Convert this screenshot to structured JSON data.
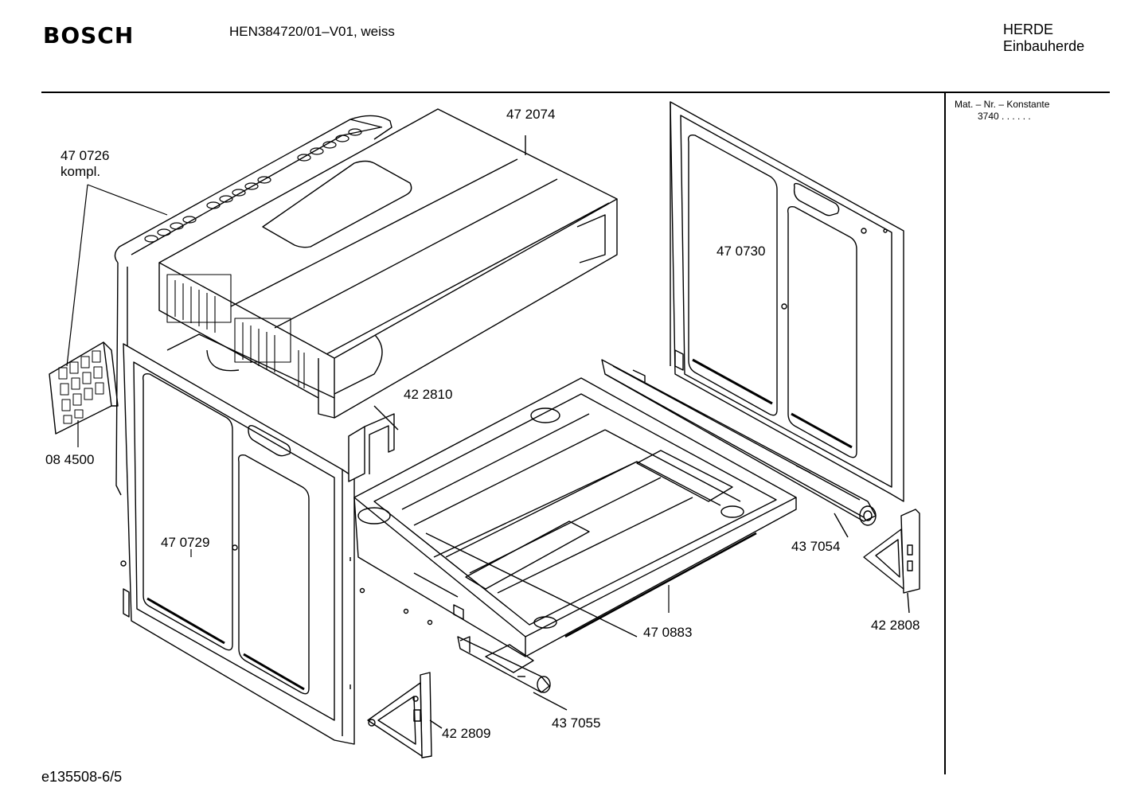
{
  "header": {
    "brand": "BOSCH",
    "model": "HEN384720/01–V01, weiss",
    "category_line1": "HERDE",
    "category_line2": "Einbauherde"
  },
  "sidebar": {
    "mat_label": "Mat. – Nr. – Konstante",
    "mat_value": "3740 .  .   .  .  .  ."
  },
  "parts": [
    {
      "id": "p1",
      "number": "47 2074"
    },
    {
      "id": "p2",
      "number": "47 0726",
      "note": "kompl."
    },
    {
      "id": "p3",
      "number": "47 0730"
    },
    {
      "id": "p4",
      "number": "42 2810"
    },
    {
      "id": "p5",
      "number": "08 4500"
    },
    {
      "id": "p6",
      "number": "47 0729"
    },
    {
      "id": "p7",
      "number": "43 7054"
    },
    {
      "id": "p8",
      "number": "42 2808"
    },
    {
      "id": "p9",
      "number": "47 0883"
    },
    {
      "id": "p10",
      "number": "43 7055"
    },
    {
      "id": "p11",
      "number": "42 2809"
    }
  ],
  "footer": {
    "drawing_id": "e135508-6/5"
  }
}
